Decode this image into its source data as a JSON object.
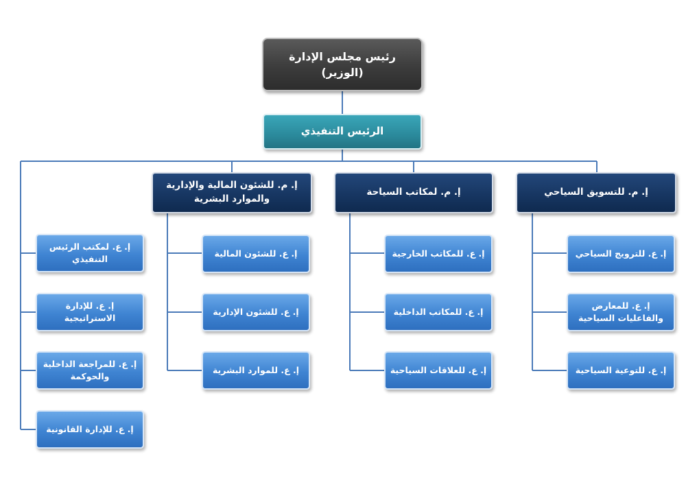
{
  "board": {
    "title": "رئيس مجلس الإدارة",
    "subtitle": "(الوزير)"
  },
  "ceo": {
    "title": "الرئيس التنفيذي"
  },
  "general_managers": {
    "tourism_marketing": "إ. م. للتسويق السياحي",
    "tourism_offices": "إ. م. لمكاتب السياحة",
    "finance_admin_hr": "إ. م. للشئون المالية والإدارية والموارد البشرية"
  },
  "departments": {
    "tourism_marketing": [
      "إ. ع. للترويج السياحي",
      "إ. ع. للمعارض والفاعليات السياحية",
      "إ. ع. للتوعية السياحية"
    ],
    "tourism_offices": [
      "إ. ع. للمكاتب الخارجية",
      "إ. ع. للمكاتب الداخلية",
      "إ. ع. للعلاقات السياحية"
    ],
    "finance_admin_hr": [
      "إ. ع. للشئون المالية",
      "إ. ع. للشئون الإدارية",
      "إ. ع. للموارد البشرية"
    ],
    "ceo_office": [
      "إ. ع. لمكتب الرئيس التنفيذي",
      "إ. ع. للإدارة الاستراتيجية",
      "إ. ع. للمراجعة الداخلية والحوكمة",
      "إ. ع. للإدارة القانونية"
    ]
  }
}
